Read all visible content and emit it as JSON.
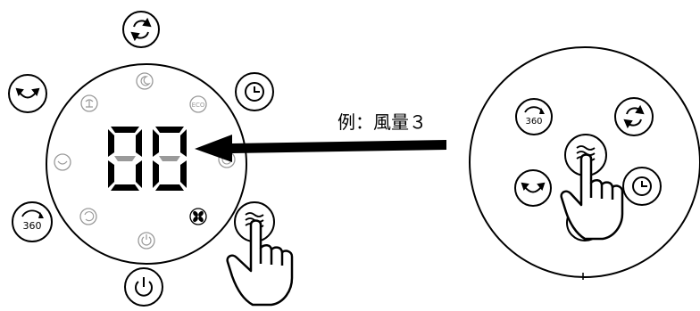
{
  "example_label": "例：風量３",
  "display": {
    "digits": "88",
    "dim_segments_note": ""
  },
  "panel_left": {
    "outer_buttons": [
      {
        "icon": "oscillation-icon"
      },
      {
        "icon": "timer-icon"
      },
      {
        "icon": "fan-speed-icon"
      },
      {
        "icon": "power-icon"
      },
      {
        "icon": "rotate-360-icon"
      },
      {
        "icon": "swing-icon"
      }
    ],
    "inner_indicators": [
      {
        "icon": "sleep-mode-icon"
      },
      {
        "icon": "eco-indicator",
        "label": "ECO"
      },
      {
        "icon": "timer-indicator-icon"
      },
      {
        "icon": "fan-indicator-icon"
      },
      {
        "icon": "power-indicator-icon"
      },
      {
        "icon": "rotate-360-indicator-icon"
      },
      {
        "icon": "swing-indicator-icon"
      },
      {
        "icon": "natural-wind-indicator-icon"
      }
    ]
  },
  "panel_right": {
    "buttons": [
      {
        "icon": "rotate-360-icon",
        "label": "360"
      },
      {
        "icon": "oscillation-icon"
      },
      {
        "icon": "fan-speed-icon"
      },
      {
        "icon": "swing-icon"
      },
      {
        "icon": "timer-icon"
      }
    ]
  },
  "labels": {
    "button_360": "360",
    "indicator_eco": "ECO"
  },
  "colors": {
    "stroke": "#000000",
    "dim": "#9a9a9a"
  }
}
